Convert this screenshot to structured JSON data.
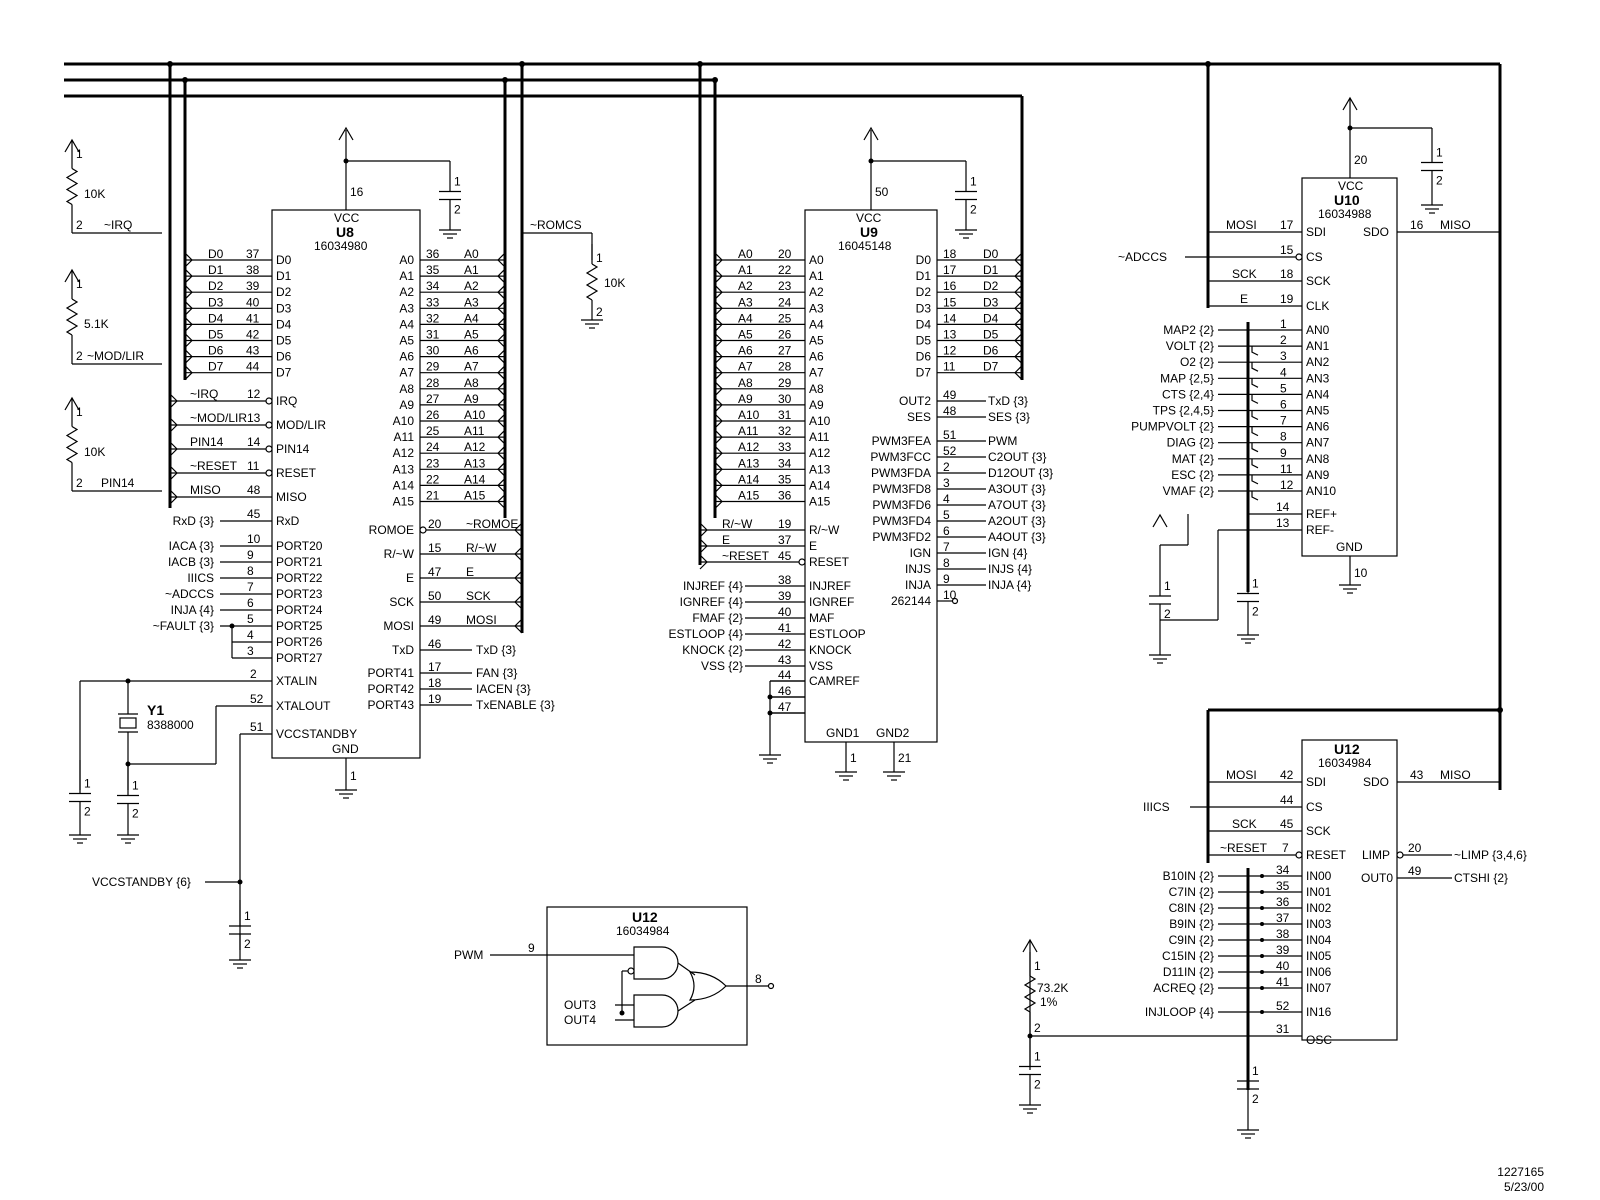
{
  "doc": {
    "number": "1227165",
    "date": "5/23/00"
  },
  "nets": {
    "irq": "~IRQ",
    "modlir": "~MOD/LIR",
    "pin14": "PIN14",
    "reset": "~RESET",
    "miso": "MISO",
    "mosi": "MOSI",
    "sck": "SCK",
    "e": "E",
    "rw": "R/~W",
    "romcs": "~ROMCS",
    "romoe": "~ROMOE",
    "txd": "TxD {3}",
    "adccs": "~ADCCS",
    "iiics": "IIICS",
    "vccstandby": "VCCSTANDBY {6}",
    "pwm": "PWM",
    "limp": "~LIMP {3,4,6}",
    "ctshi": "CTSHI {2}",
    "fan": "FAN {3}",
    "iacen": "IACEN {3}",
    "txenable": "TxENABLE {3}",
    "fault": "~FAULT {3}",
    "rxd": "RxD {3}",
    "iaca": "IACA {3}",
    "iacb": "IACB {3}",
    "inja": "INJA {4}"
  },
  "u8": {
    "vcc": "VCC",
    "ref": "U8",
    "part": "16034980",
    "gnd": "GND",
    "vcc_pin": "16",
    "gnd_pin": "1",
    "d_pins": [
      {
        "n": "D0",
        "p": "37"
      },
      {
        "n": "D1",
        "p": "38"
      },
      {
        "n": "D2",
        "p": "39"
      },
      {
        "n": "D3",
        "p": "40"
      },
      {
        "n": "D4",
        "p": "41"
      },
      {
        "n": "D5",
        "p": "42"
      },
      {
        "n": "D6",
        "p": "43"
      },
      {
        "n": "D7",
        "p": "44"
      }
    ],
    "a_pins": [
      {
        "n": "A0",
        "p": "36"
      },
      {
        "n": "A1",
        "p": "35"
      },
      {
        "n": "A2",
        "p": "34"
      },
      {
        "n": "A3",
        "p": "33"
      },
      {
        "n": "A4",
        "p": "32"
      },
      {
        "n": "A5",
        "p": "31"
      },
      {
        "n": "A6",
        "p": "30"
      },
      {
        "n": "A7",
        "p": "29"
      },
      {
        "n": "A8",
        "p": "28"
      },
      {
        "n": "A9",
        "p": "27"
      },
      {
        "n": "A10",
        "p": "26"
      },
      {
        "n": "A11",
        "p": "25"
      },
      {
        "n": "A12",
        "p": "24"
      },
      {
        "n": "A13",
        "p": "23"
      },
      {
        "n": "A14",
        "p": "22"
      },
      {
        "n": "A15",
        "p": "21"
      }
    ],
    "left_pins": [
      {
        "n": "IRQ",
        "p": "12",
        "net": "~IRQ"
      },
      {
        "n": "MOD/LIR",
        "p": "13",
        "net": "~MOD/LIR"
      },
      {
        "n": "PIN14",
        "p": "14",
        "net": "PIN14"
      },
      {
        "n": "RESET",
        "p": "11",
        "net": "~RESET"
      },
      {
        "n": "MISO",
        "p": "48",
        "net": "MISO"
      },
      {
        "n": "RxD",
        "p": "45",
        "net": "RxD {3}"
      },
      {
        "n": "PORT20",
        "p": "10",
        "net": "IACA {3}"
      },
      {
        "n": "PORT21",
        "p": "9",
        "net": "IACB {3}"
      },
      {
        "n": "PORT22",
        "p": "8",
        "net": "IIICS"
      },
      {
        "n": "PORT23",
        "p": "7",
        "net": "~ADCCS"
      },
      {
        "n": "PORT24",
        "p": "6",
        "net": "INJA {4}"
      },
      {
        "n": "PORT25",
        "p": "5",
        "net": "~FAULT {3}"
      },
      {
        "n": "PORT26",
        "p": "4",
        "net": ""
      },
      {
        "n": "PORT27",
        "p": "3",
        "net": ""
      }
    ],
    "xtal_pins": [
      {
        "n": "XTALIN",
        "p": "2"
      },
      {
        "n": "XTALOUT",
        "p": "52"
      },
      {
        "n": "VCCSTANDBY",
        "p": "51"
      }
    ],
    "right_pins": [
      {
        "n": "ROMOE",
        "p": "20",
        "net": "~ROMOE"
      },
      {
        "n": "R/~W",
        "p": "15",
        "net": "R/~W"
      },
      {
        "n": "E",
        "p": "47",
        "net": "E"
      },
      {
        "n": "SCK",
        "p": "50",
        "net": "SCK"
      },
      {
        "n": "MOSI",
        "p": "49",
        "net": "MOSI"
      },
      {
        "n": "TxD",
        "p": "46",
        "net": "TxD {3}"
      },
      {
        "n": "PORT41",
        "p": "17",
        "net": "FAN {3}"
      },
      {
        "n": "PORT42",
        "p": "18",
        "net": "IACEN {3}"
      },
      {
        "n": "PORT43",
        "p": "19",
        "net": "TxENABLE {3}"
      }
    ]
  },
  "u9": {
    "vcc": "VCC",
    "ref": "U9",
    "part": "16045148",
    "vcc_pin": "50",
    "gnd1": "GND1",
    "gnd2": "GND2",
    "gnd1_pin": "1",
    "gnd2_pin": "21",
    "a_pins": [
      {
        "n": "A0",
        "p": "20"
      },
      {
        "n": "A1",
        "p": "22"
      },
      {
        "n": "A2",
        "p": "23"
      },
      {
        "n": "A3",
        "p": "24"
      },
      {
        "n": "A4",
        "p": "25"
      },
      {
        "n": "A5",
        "p": "26"
      },
      {
        "n": "A6",
        "p": "27"
      },
      {
        "n": "A7",
        "p": "28"
      },
      {
        "n": "A8",
        "p": "29"
      },
      {
        "n": "A9",
        "p": "30"
      },
      {
        "n": "A10",
        "p": "31"
      },
      {
        "n": "A11",
        "p": "32"
      },
      {
        "n": "A12",
        "p": "33"
      },
      {
        "n": "A13",
        "p": "34"
      },
      {
        "n": "A14",
        "p": "35"
      },
      {
        "n": "A15",
        "p": "36"
      }
    ],
    "ctl_pins": [
      {
        "n": "R/~W",
        "p": "19",
        "net": "R/~W"
      },
      {
        "n": "E",
        "p": "37",
        "net": "E"
      },
      {
        "n": "RESET",
        "p": "45",
        "net": "~RESET"
      }
    ],
    "in_pins": [
      {
        "n": "INJREF",
        "p": "38",
        "net": "INJREF {4}"
      },
      {
        "n": "IGNREF",
        "p": "39",
        "net": "IGNREF {4}"
      },
      {
        "n": "MAF",
        "p": "40",
        "net": "FMAF {2}"
      },
      {
        "n": "ESTLOOP",
        "p": "41",
        "net": "ESTLOOP {4}"
      },
      {
        "n": "KNOCK",
        "p": "42",
        "net": "KNOCK {2}"
      },
      {
        "n": "VSS",
        "p": "43",
        "net": "VSS {2}"
      },
      {
        "n": "CAMREF",
        "p": "44",
        "net": ""
      },
      {
        "n": "",
        "p": "46",
        "net": ""
      },
      {
        "n": "",
        "p": "47",
        "net": ""
      }
    ],
    "d_pins": [
      {
        "n": "D0",
        "p": "18"
      },
      {
        "n": "D1",
        "p": "17"
      },
      {
        "n": "D2",
        "p": "16"
      },
      {
        "n": "D3",
        "p": "15"
      },
      {
        "n": "D4",
        "p": "14"
      },
      {
        "n": "D5",
        "p": "13"
      },
      {
        "n": "D6",
        "p": "12"
      },
      {
        "n": "D7",
        "p": "11"
      }
    ],
    "out_pins": [
      {
        "n": "OUT2",
        "p": "49",
        "net": "TxD {3}"
      },
      {
        "n": "SES",
        "p": "48",
        "net": "SES {3}"
      },
      {
        "n": "PWM3FEA",
        "p": "51",
        "net": "PWM"
      },
      {
        "n": "PWM3FCC",
        "p": "52",
        "net": "C2OUT {3}"
      },
      {
        "n": "PWM3FDA",
        "p": "2",
        "net": "D12OUT {3}"
      },
      {
        "n": "PWM3FD8",
        "p": "3",
        "net": "A3OUT {3}"
      },
      {
        "n": "PWM3FD6",
        "p": "4",
        "net": "A7OUT {3}"
      },
      {
        "n": "PWM3FD4",
        "p": "5",
        "net": "A2OUT {3}"
      },
      {
        "n": "PWM3FD2",
        "p": "6",
        "net": "A4OUT {3}"
      },
      {
        "n": "IGN",
        "p": "7",
        "net": "IGN {4}"
      },
      {
        "n": "INJS",
        "p": "8",
        "net": "INJS {4}"
      },
      {
        "n": "INJA",
        "p": "9",
        "net": "INJA {4}"
      },
      {
        "n": "262144",
        "p": "10",
        "net": ""
      }
    ]
  },
  "u10": {
    "vcc": "VCC",
    "ref": "U10",
    "part": "16034988",
    "vcc_pin": "20",
    "gnd": "GND",
    "gnd_pin": "10",
    "sdi": "SDI",
    "sdo": "SDO",
    "cs": "CS",
    "sck": "SCK",
    "clk": "CLK",
    "refp": "REF+",
    "refm": "REF-",
    "p_sdi": "17",
    "p_sdo": "16",
    "p_cs": "15",
    "p_sck": "18",
    "p_clk": "19",
    "p_refp": "14",
    "p_refm": "13",
    "an_pins": [
      {
        "n": "AN0",
        "p": "1",
        "net": "MAP2 {2}"
      },
      {
        "n": "AN1",
        "p": "2",
        "net": "VOLT {2}"
      },
      {
        "n": "AN2",
        "p": "3",
        "net": "O2 {2}"
      },
      {
        "n": "AN3",
        "p": "4",
        "net": "MAP {2,5}"
      },
      {
        "n": "AN4",
        "p": "5",
        "net": "CTS {2,4}"
      },
      {
        "n": "AN5",
        "p": "6",
        "net": "TPS {2,4,5}"
      },
      {
        "n": "AN6",
        "p": "7",
        "net": "PUMPVOLT {2}"
      },
      {
        "n": "AN7",
        "p": "8",
        "net": "DIAG {2}"
      },
      {
        "n": "AN8",
        "p": "9",
        "net": "MAT {2}"
      },
      {
        "n": "AN9",
        "p": "11",
        "net": "ESC {2}"
      },
      {
        "n": "AN10",
        "p": "12",
        "net": "VMAF {2}"
      }
    ]
  },
  "u12": {
    "ref": "U12",
    "part": "16034984",
    "sdi": "SDI",
    "sdo": "SDO",
    "cs": "CS",
    "sck": "SCK",
    "reset": "RESET",
    "limp": "LIMP",
    "out0": "OUT0",
    "osc": "OSC",
    "p_sdi": "42",
    "p_sdo": "43",
    "p_cs": "44",
    "p_sck": "45",
    "p_reset": "7",
    "p_limp": "20",
    "p_out0": "49",
    "p_osc": "31",
    "in_pins": [
      {
        "n": "IN00",
        "p": "34",
        "net": "B10IN {2}"
      },
      {
        "n": "IN01",
        "p": "35",
        "net": "C7IN {2}"
      },
      {
        "n": "IN02",
        "p": "36",
        "net": "C8IN {2}"
      },
      {
        "n": "IN03",
        "p": "37",
        "net": "B9IN {2}"
      },
      {
        "n": "IN04",
        "p": "38",
        "net": "C9IN {2}"
      },
      {
        "n": "IN05",
        "p": "39",
        "net": "C15IN {2}"
      },
      {
        "n": "IN06",
        "p": "40",
        "net": "D11IN {2}"
      },
      {
        "n": "IN07",
        "p": "41",
        "net": "ACREQ {2}"
      },
      {
        "n": "IN16",
        "p": "52",
        "net": "INJLOOP {4}"
      }
    ]
  },
  "u12b": {
    "ref": "U12",
    "part": "16034984",
    "in_pin": "9",
    "out_pin": "8",
    "out3": "OUT3",
    "out4": "OUT4"
  },
  "passives": {
    "r1": "10K",
    "r2": "5.1K",
    "r3": "10K",
    "r4": "10K",
    "r5": "73.2K",
    "r5tol": "1%",
    "y1": "Y1",
    "y1val": "8388000",
    "one": "1",
    "two": "2"
  }
}
